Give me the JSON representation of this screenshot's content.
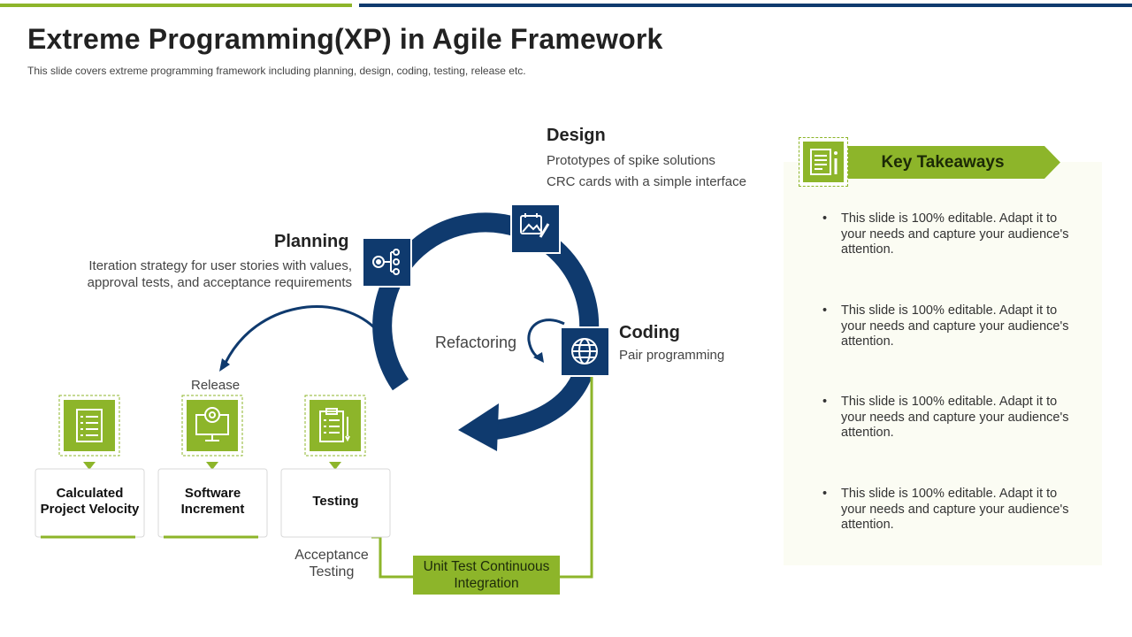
{
  "header": {
    "title": "Extreme Programming(XP) in Agile Framework",
    "subtitle": "This slide covers extreme programming framework including planning, design, coding, testing, release etc."
  },
  "colors": {
    "navy": "#0f3a6e",
    "green": "#8db52a"
  },
  "diagram": {
    "design": {
      "title": "Design",
      "lines": [
        "Prototypes of spike solutions",
        "CRC cards with a simple interface"
      ],
      "icon": "image-edit-icon"
    },
    "planning": {
      "title": "Planning",
      "lines": [
        "Iteration strategy for user stories with values,",
        "approval tests, and acceptance requirements"
      ],
      "icon": "mind-flow-icon"
    },
    "coding": {
      "title": "Coding",
      "description": "Pair programming",
      "icon": "globe-icon"
    },
    "refactoring_label": "Refactoring",
    "release_label": "Release",
    "acceptance_testing_label": "Acceptance Testing",
    "unit_test_label": "Unit Test Continuous Integration",
    "boxes": [
      {
        "label": "Calculated Project Velocity",
        "icon": "checklist-icon"
      },
      {
        "label": "Software Increment",
        "icon": "monitor-webcam-icon"
      },
      {
        "label": "Testing",
        "icon": "clipboard-pencil-icon"
      }
    ]
  },
  "takeaways": {
    "title": "Key Takeaways",
    "icon": "document-info-icon",
    "items": [
      "This slide is 100% editable. Adapt it to your needs and capture your audience's attention.",
      "This slide is 100% editable. Adapt it to your needs and capture your audience's attention.",
      "This slide is 100% editable. Adapt it to your needs and capture your audience's attention.",
      "This slide is 100% editable. Adapt it to your needs and capture your audience's attention."
    ]
  }
}
